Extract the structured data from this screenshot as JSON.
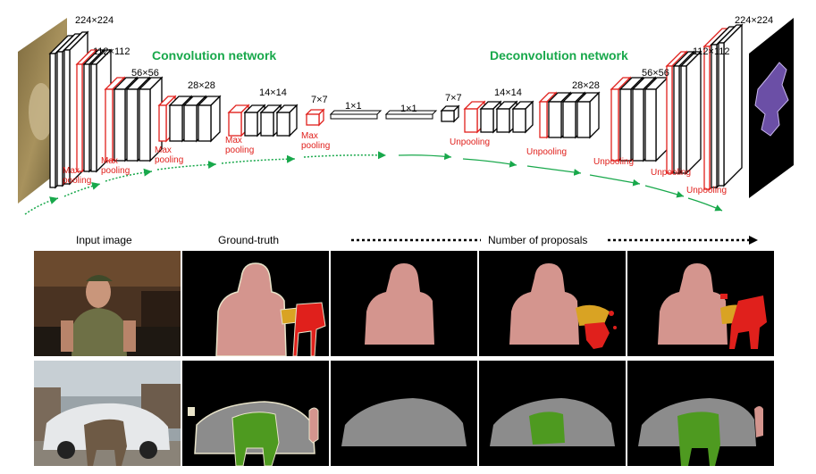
{
  "network": {
    "encoder_title": "Convolution network",
    "decoder_title": "Deconvolution network",
    "dims": [
      "224×224",
      "112×112",
      "56×56",
      "28×28",
      "14×14",
      "7×7",
      "1×1",
      "1×1",
      "7×7",
      "14×14",
      "28×28",
      "56×56",
      "112×112",
      "224×224"
    ],
    "pool_label": "Max\npooling",
    "unpool_label": "Unpooling",
    "colors": {
      "layer_stroke": "#000000",
      "pool_stroke": "#e0201c",
      "arrow": "#18a84b"
    }
  },
  "results": {
    "headers": {
      "input": "Input image",
      "gt": "Ground-truth",
      "proposals": "Number of proposals"
    },
    "rows": [
      "person-chair",
      "car-cow"
    ],
    "colors": {
      "person": "#d4958e",
      "chair": "#e0201c",
      "table": "#d9a323",
      "car": "#8c8c8c",
      "cow": "#4e9a20",
      "background": "#000000"
    }
  }
}
